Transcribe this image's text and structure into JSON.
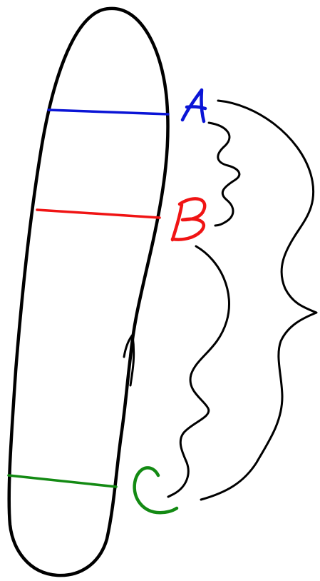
{
  "labels": [
    {
      "id": "A",
      "text": "A",
      "color": "#0a14d6"
    },
    {
      "id": "B",
      "text": "B",
      "color": "#f01414"
    },
    {
      "id": "C",
      "text": "C",
      "color": "#138a13"
    }
  ],
  "outline_color": "#000000",
  "background": "#ffffff"
}
